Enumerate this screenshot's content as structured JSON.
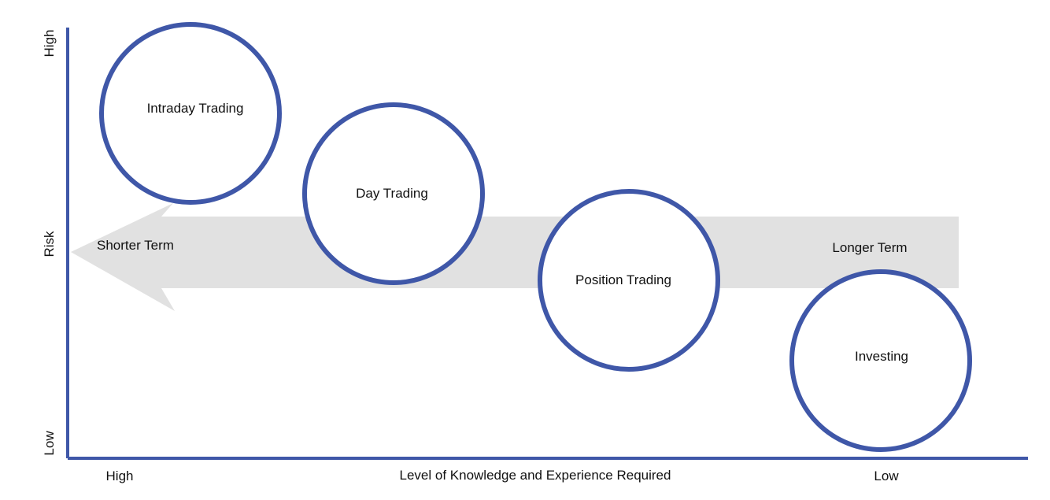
{
  "colors": {
    "axis": "#3f57a8",
    "circle_stroke": "#3f57a8",
    "arrow_fill": "#e1e1e1",
    "text": "#111111",
    "background": "#ffffff"
  },
  "y_axis": {
    "title": "Risk",
    "high": "High",
    "low": "Low"
  },
  "x_axis": {
    "title": "Level of Knowledge and Experience Required",
    "high": "High",
    "low": "Low"
  },
  "arrow": {
    "start_label": "Shorter Term",
    "end_label": "Longer Term"
  },
  "nodes": [
    {
      "label": "Intraday Trading"
    },
    {
      "label": "Day Trading"
    },
    {
      "label": "Position Trading"
    },
    {
      "label": "Investing"
    }
  ]
}
